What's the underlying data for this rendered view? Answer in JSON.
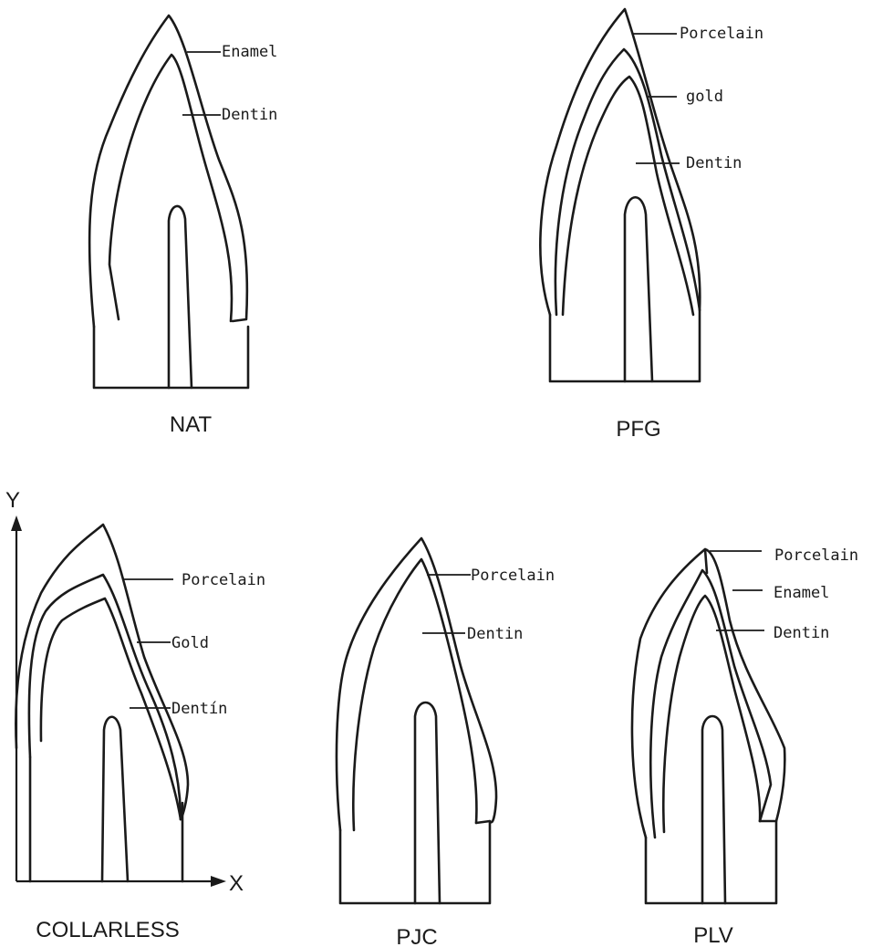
{
  "panels": [
    {
      "caption": "NAT",
      "layers": [
        "Enamel",
        "Dentin"
      ]
    },
    {
      "caption": "PFG",
      "layers": [
        "Porcelain",
        "gold",
        "Dentin"
      ]
    },
    {
      "caption": "COLLARLESS",
      "layers": [
        "Porcelain",
        "Gold",
        "Dentín"
      ]
    },
    {
      "caption": "PJC",
      "layers": [
        "Porcelain",
        "Dentin"
      ]
    },
    {
      "caption": "PLV",
      "layers": [
        "Porcelain",
        "Enamel",
        "Dentin"
      ]
    }
  ],
  "axes": {
    "y_label": "Y",
    "x_label": "X"
  }
}
